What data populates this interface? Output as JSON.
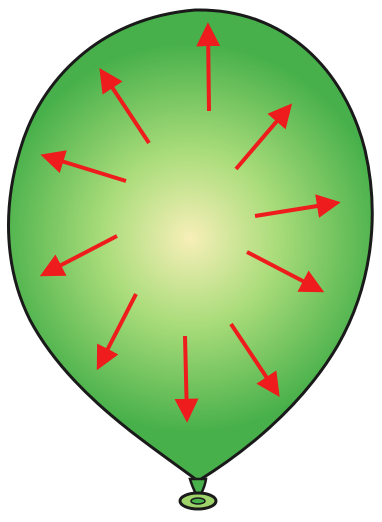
{
  "diagram": {
    "subject": "balloon",
    "colors": {
      "balloon_center": "#f7efb8",
      "balloon_mid": "#a9dc7a",
      "balloon_edge": "#47b04a",
      "outline": "#1a1a1a",
      "arrow": "#ee1c1c",
      "knot": "#9ed36a"
    },
    "arrows": [
      {
        "name": "arrow-north"
      },
      {
        "name": "arrow-north-east"
      },
      {
        "name": "arrow-east-upper"
      },
      {
        "name": "arrow-east-lower"
      },
      {
        "name": "arrow-south-east"
      },
      {
        "name": "arrow-south"
      },
      {
        "name": "arrow-south-west"
      },
      {
        "name": "arrow-west-lower"
      },
      {
        "name": "arrow-west-upper"
      },
      {
        "name": "arrow-north-west"
      }
    ]
  }
}
